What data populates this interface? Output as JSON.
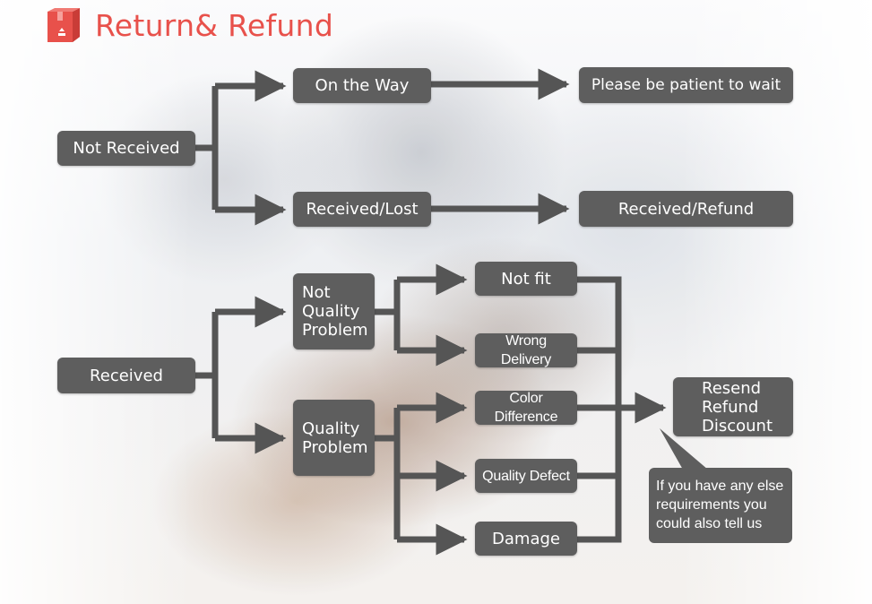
{
  "header": {
    "title": "Return& Refund",
    "icon": "package-box-icon",
    "accent_color": "#e8514b"
  },
  "colors": {
    "node_fill": "#5e5e5e",
    "connector": "#555555",
    "node_text": "#ffffff"
  },
  "nodes": {
    "not_received": "Not Received",
    "on_the_way": "On the Way",
    "please_wait": "Please be patient to wait",
    "received_lost": "Received/Lost",
    "received_refund": "Received/Refund",
    "received": "Received",
    "not_quality_problem": "Not\nQuality\nProblem",
    "quality_problem": "Quality\nProblem",
    "not_fit": "Not fit",
    "wrong_delivery": "Wrong Delivery",
    "color_difference": "Color Difference",
    "quality_defect": "Quality Defect",
    "damage": "Damage",
    "resend_refund_discount": "Resend\nRefund\nDiscount",
    "note": "If you have any else\nrequirements you\ncould also tell us"
  }
}
